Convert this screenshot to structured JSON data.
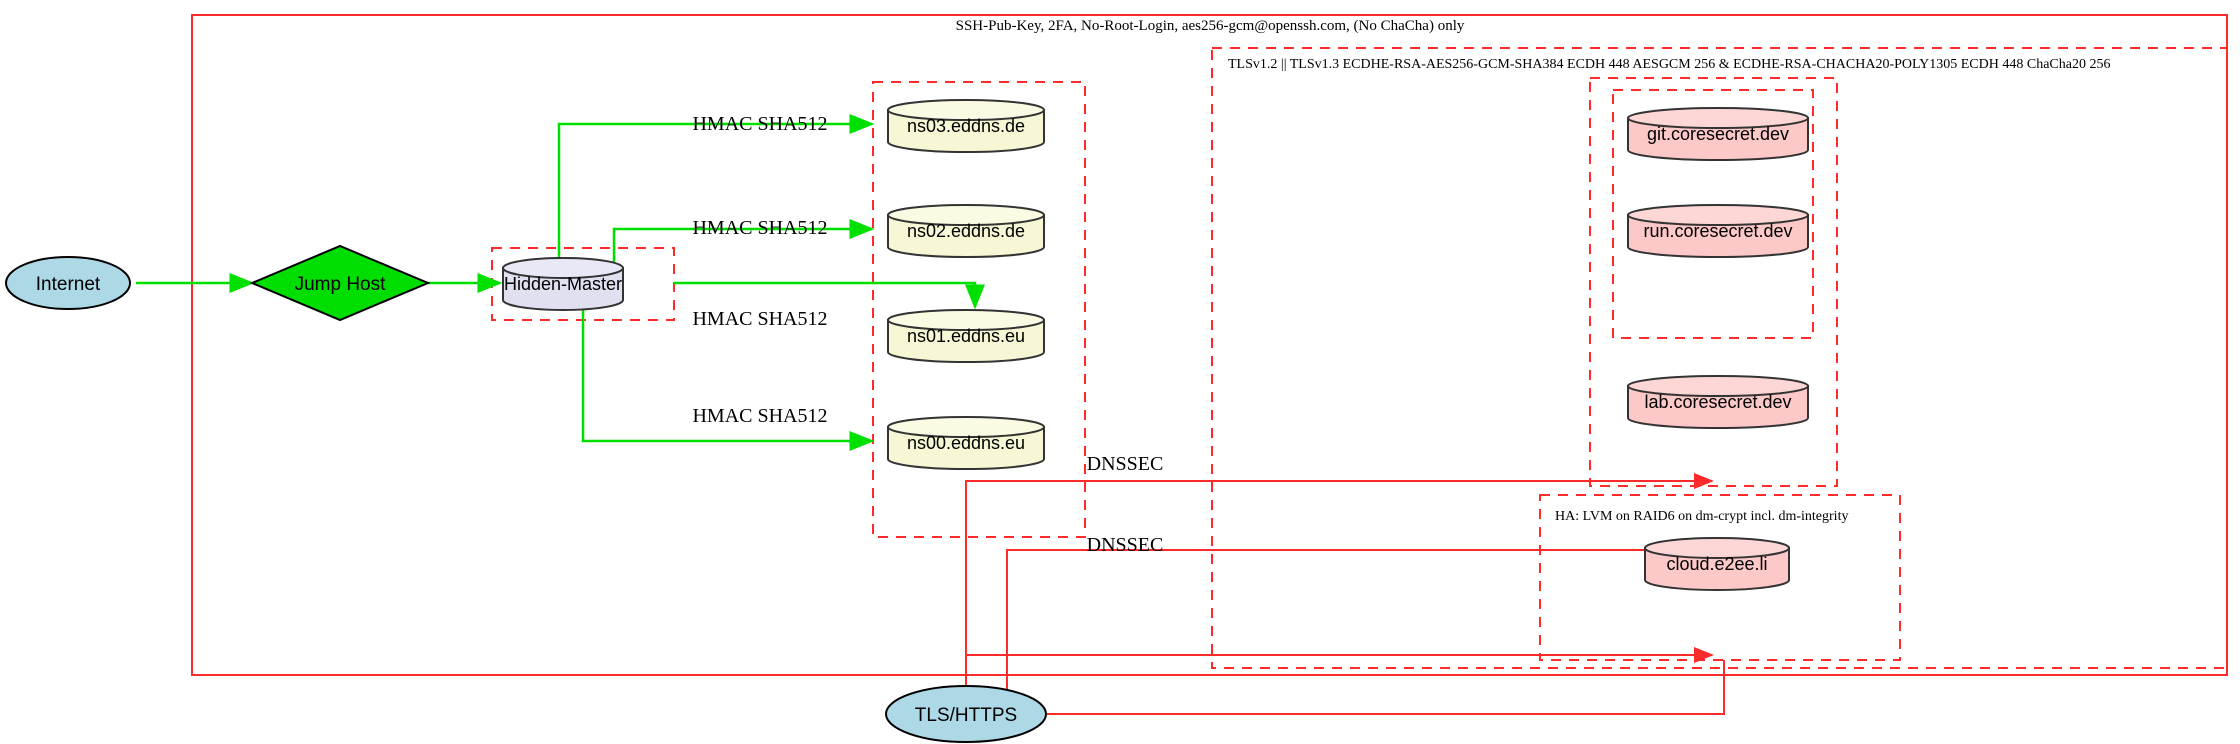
{
  "diagram": {
    "title_labels": {
      "outer_cluster": "SSH-Pub-Key, 2FA, No-Root-Login, aes256-gcm@openssh.com, (No ChaCha) only",
      "tls_cluster": "TLSv1.2 || TLSv1.3 ECDHE-RSA-AES256-GCM-SHA384 ECDH 448 AESGCM 256 & ECDHE-RSA-CHACHA20-POLY1305 ECDH 448 ChaCha20 256",
      "ha_cluster": "HA: LVM on RAID6 on dm-crypt incl. dm-integrity"
    },
    "nodes": {
      "internet": "Internet",
      "jump_host": "Jump Host",
      "hidden_master": "Hidden-Master",
      "ns03": "ns03.eddns.de",
      "ns02": "ns02.eddns.de",
      "ns01": "ns01.eddns.eu",
      "ns00": "ns00.eddns.eu",
      "git": "git.coresecret.dev",
      "run": "run.coresecret.dev",
      "lab": "lab.coresecret.dev",
      "cloud": "cloud.e2ee.li",
      "tls_https": "TLS/HTTPS"
    },
    "edge_labels": {
      "hmac_1": "HMAC SHA512",
      "hmac_2": "HMAC SHA512",
      "hmac_3": "HMAC SHA512",
      "hmac_4": "HMAC SHA512",
      "dnssec_1": "DNSSEC",
      "dnssec_2": "DNSSEC"
    },
    "colors": {
      "cluster_border": "#ff2a2a",
      "green_edge": "#00e000",
      "red_edge": "#ff2a2a",
      "node_blue": "#add8e6",
      "node_green": "#00dd00",
      "node_lavender": "#e0e0f0",
      "node_yellow": "#f5f5dc",
      "node_pink": "#fcc8c8",
      "node_stroke": "#333333"
    }
  }
}
